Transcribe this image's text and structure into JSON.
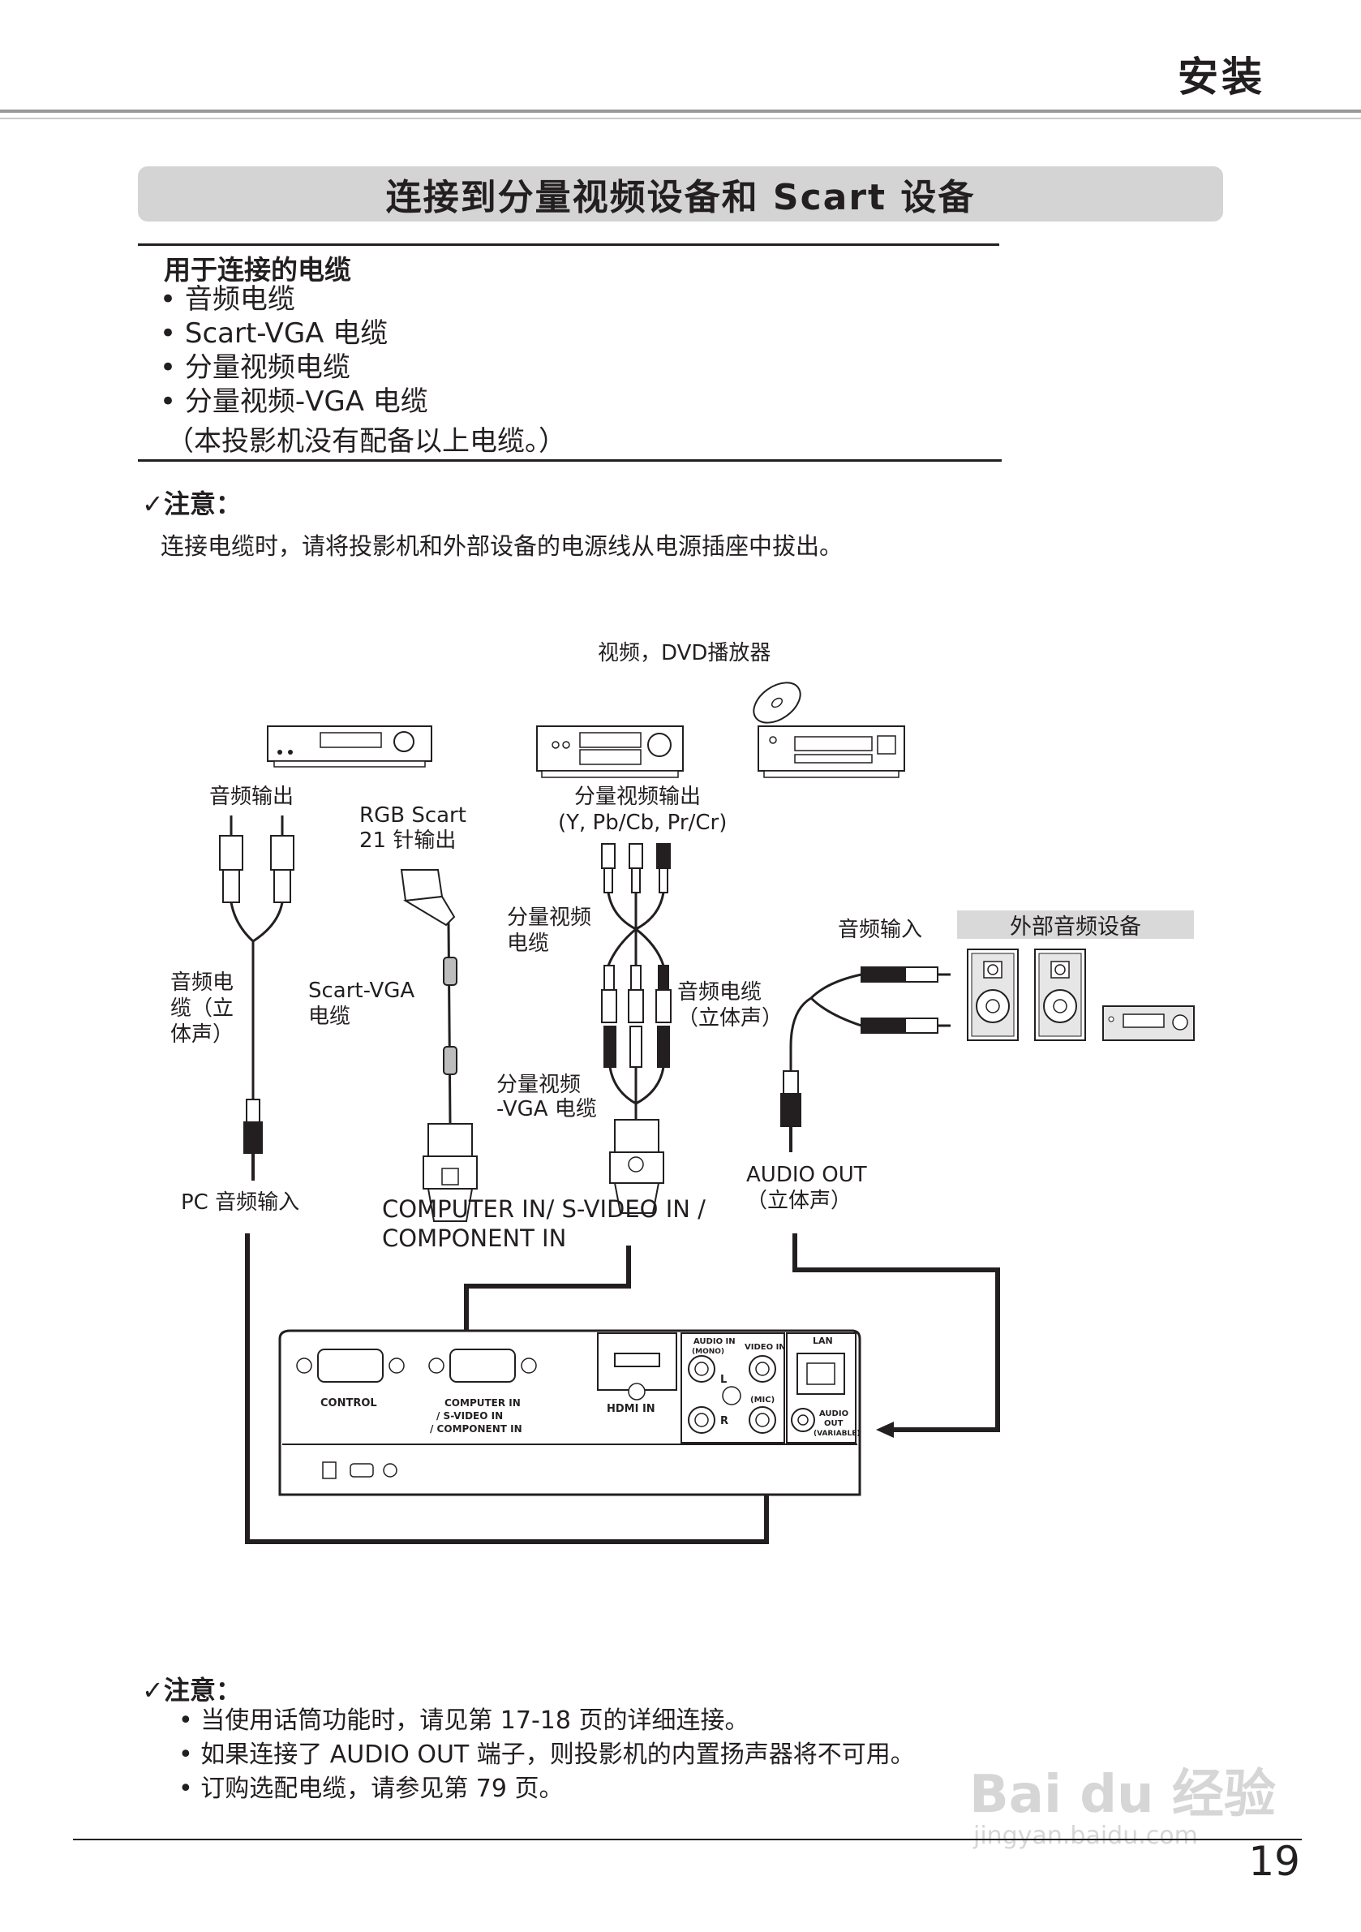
{
  "header": {
    "section": "安装"
  },
  "title": "连接到分量视频设备和 Scart 设备",
  "cables": {
    "heading": "用于连接的电缆",
    "items": [
      "• 音频电缆",
      "• Scart-VGA 电缆",
      "• 分量视频电缆",
      "• 分量视频-VGA 电缆"
    ],
    "note": "（本投影机没有配备以上电缆。）"
  },
  "caution1": {
    "heading": "✓注意：",
    "text": "连接电缆时，请将投影机和外部设备的电源线从电源插座中拔出。"
  },
  "diagram": {
    "video_dvd_player": "视频，DVD播放器",
    "audio_out": "音频输出",
    "rgb_scart_line1": "RGB Scart",
    "rgb_scart_line2": "21 针输出",
    "component_out_line1": "分量视频输出",
    "component_out_line2": "(Y, Pb/Cb, Pr/Cr)",
    "component_cable_line1": "分量视频",
    "component_cable_line2": "电缆",
    "audio_cable_stereo_line1": "音频电",
    "audio_cable_stereo_line2": "缆（立",
    "audio_cable_stereo_line3": "体声）",
    "scart_vga_line1": "Scart-VGA",
    "scart_vga_line2": "电缆",
    "audio_cable_right_line1": "音频电缆",
    "audio_cable_right_line2": "（立体声）",
    "component_vga_line1": "分量视频",
    "component_vga_line2": "-VGA 电缆",
    "audio_in": "音频输入",
    "external_audio": "外部音频设备",
    "pc_audio_in": "PC 音频输入",
    "computer_in_line1": "COMPUTER IN/ S-VIDEO IN /",
    "computer_in_line2": "COMPONENT IN",
    "audio_out_stereo_line1": "AUDIO OUT",
    "audio_out_stereo_line2": "（立体声）",
    "panel": {
      "control": "CONTROL",
      "computer_in_1": "COMPUTER IN",
      "computer_in_2": "/ S-VIDEO IN",
      "computer_in_3": "/ COMPONENT IN",
      "hdmi_in": "HDMI IN",
      "audio_in_small": "AUDIO IN",
      "mono": "(MONO)",
      "video_in": "VIDEO IN",
      "lan": "LAN",
      "mic": "(MIC)",
      "audio_out_small": "AUDIO",
      "out_small": "OUT",
      "variable": "(VARIABLE)",
      "l": "L",
      "r": "R"
    }
  },
  "caution2": {
    "heading": "✓注意：",
    "items": [
      "• 当使用话筒功能时，请见第 17-18 页的详细连接。",
      "• 如果连接了 AUDIO OUT 端子，则投影机的内置扬声器将不可用。",
      "• 订购选配电缆，请参见第 79 页。"
    ]
  },
  "page_number": "19",
  "watermark": {
    "brand": "Bai du 经验",
    "url": "jingyan.baidu.com"
  }
}
